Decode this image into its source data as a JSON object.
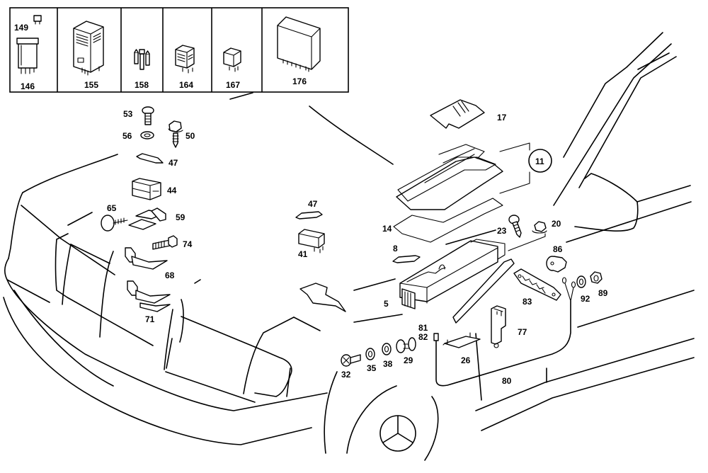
{
  "diagram": {
    "title": "Fuse box / relay arrangement — engine compartment exploded parts view",
    "line_color": "#000000",
    "background": "#ffffff",
    "legend_box": {
      "cells": [
        {
          "labels": [
            "149",
            "146"
          ],
          "icon": "plug-relay-icon"
        },
        {
          "labels": [
            "155"
          ],
          "icon": "large-relay-icon"
        },
        {
          "labels": [
            "158"
          ],
          "icon": "fuse-set-icon"
        },
        {
          "labels": [
            "164"
          ],
          "icon": "relay-cube-icon"
        },
        {
          "labels": [
            "167"
          ],
          "icon": "small-relay-icon"
        },
        {
          "labels": [
            "176"
          ],
          "icon": "control-unit-icon"
        }
      ]
    },
    "callouts": {
      "c53": "53",
      "c56": "56",
      "c50": "50",
      "c47a": "47",
      "c44": "44",
      "c65": "65",
      "c59": "59",
      "c74": "74",
      "c68": "68",
      "c71": "71",
      "c47b": "47",
      "c41": "41",
      "c17": "17",
      "c11": "11",
      "c14": "14",
      "c8": "8",
      "c23": "23",
      "c20": "20",
      "c86": "86",
      "c83": "83",
      "c92": "92",
      "c89": "89",
      "c5": "5",
      "c81": "81",
      "c82": "82",
      "c77": "77",
      "c26": "26",
      "c32": "32",
      "c35": "35",
      "c38": "38",
      "c29": "29",
      "c80": "80"
    }
  }
}
